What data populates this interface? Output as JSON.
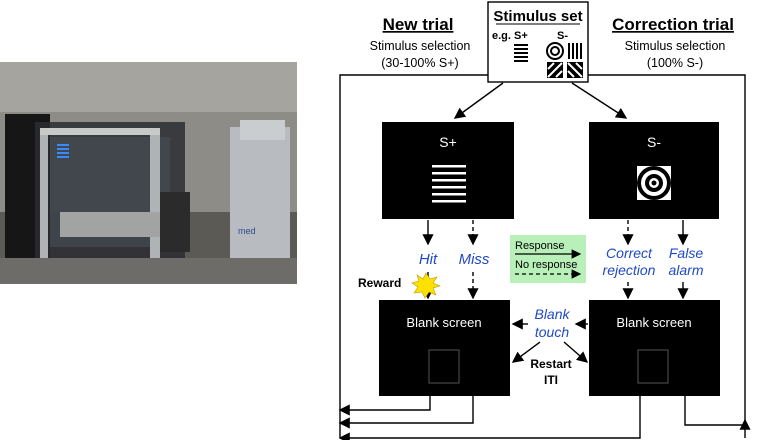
{
  "photo": {
    "brand_label": "med"
  },
  "stimulus_set": {
    "title": "Stimulus set",
    "example_prefix": "e.g. S+",
    "s_minus": "S-"
  },
  "new_trial": {
    "title": "New trial",
    "line1": "Stimulus selection",
    "line2": "(30-100% S+)"
  },
  "correction_trial": {
    "title": "Correction trial",
    "line1": "Stimulus selection",
    "line2": "(100% S-)"
  },
  "screens": {
    "s_plus_label": "S+",
    "s_minus_label": "S-",
    "blank_left": "Blank screen",
    "blank_right": "Blank screen"
  },
  "outcomes": {
    "hit": "Hit",
    "miss": "Miss",
    "correct_line1": "Correct",
    "correct_line2": "rejection",
    "false_line1": "False",
    "false_line2": "alarm",
    "blank_line1": "Blank",
    "blank_line2": "touch",
    "reward": "Reward",
    "restart_line1": "Restart",
    "restart_line2": "ITI"
  },
  "legend": {
    "response": "Response",
    "no_response": "No response"
  },
  "colors": {
    "outcome_text": "#1f49c7",
    "legend_bg": "#b9f0b9",
    "screen": "#000000",
    "reward_star": "#ffe100"
  }
}
